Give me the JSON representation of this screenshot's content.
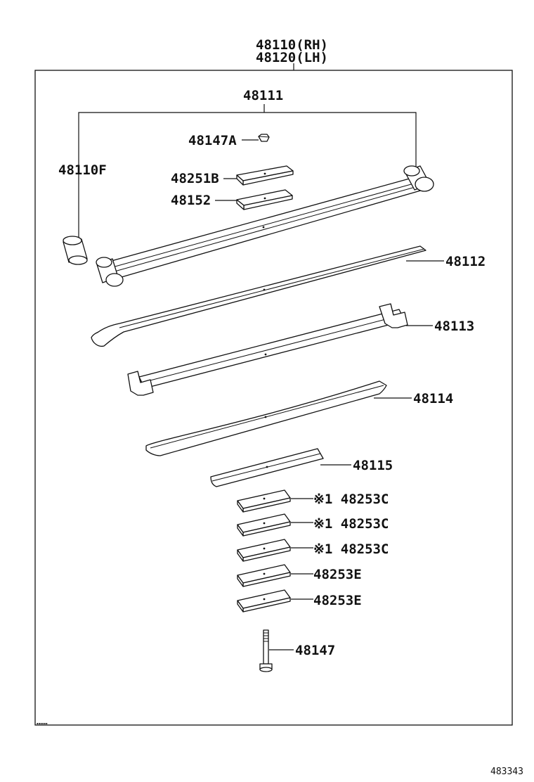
{
  "header": {
    "line1": "48110(RH)",
    "line2": "48120(LH)"
  },
  "labels": {
    "l48111": "48111",
    "l48147a": "48147A",
    "l48110f": "48110F",
    "l48251b": "48251B",
    "l48152": "48152",
    "l48112": "48112",
    "l48113": "48113",
    "l48114": "48114",
    "l48115": "48115",
    "l48253c_1": "※1 48253C",
    "l48253c_2": "※1 48253C",
    "l48253c_3": "※1 48253C",
    "l48253e_1": "48253E",
    "l48253e_2": "48253E",
    "l48147": "48147"
  },
  "figure_ref": "483343",
  "corner_mark": "……"
}
